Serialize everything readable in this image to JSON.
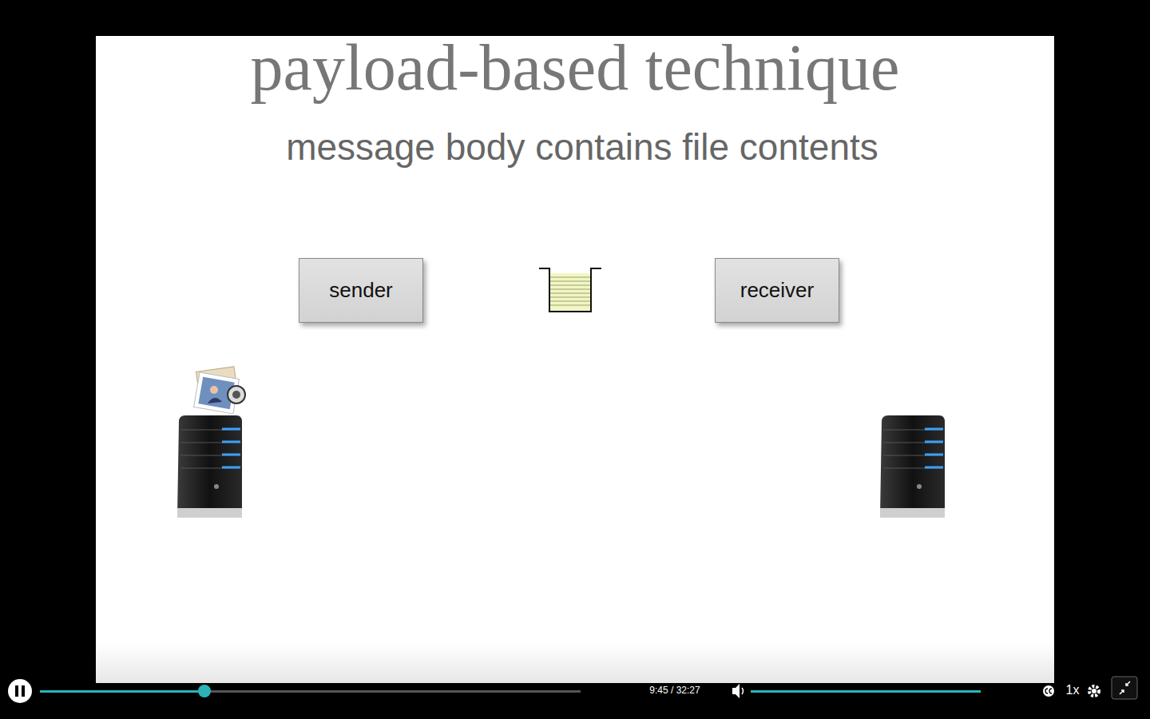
{
  "diagram": {
    "title": "payload-based technique",
    "nodes": [
      {
        "text": [
          "sender"
        ]
      },
      {
        "text": [
          "receiver"
        ]
      }
    ],
    "labels": [
      "message body contains file contents",
      "9:45 / 32:27",
      "1x"
    ]
  }
}
